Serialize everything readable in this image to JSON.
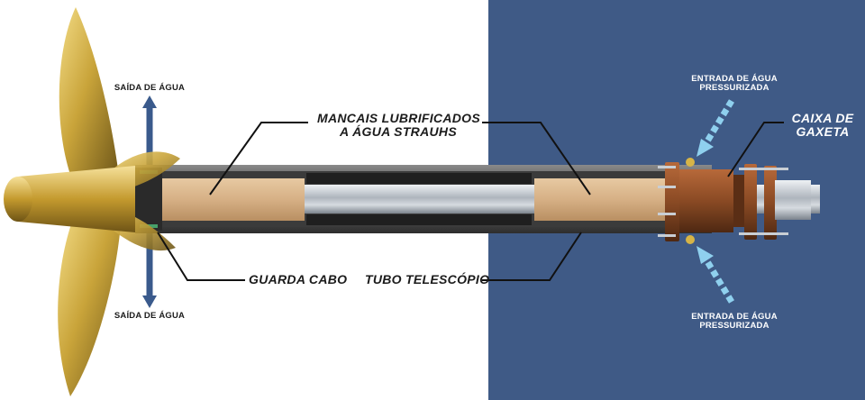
{
  "labels": {
    "water_outlet_top": "SAÍDA DE ÁGUA",
    "water_outlet_bottom": "SAÍDA DE ÁGUA",
    "bearings_line1": "MANCAIS LUBRIFICADOS",
    "bearings_line2": "A ÁGUA STRAUHS",
    "cable_guard": "GUARDA CABO",
    "stern_tube": "TUBO TELESCÓPIO",
    "water_inlet_top_line1": "ENTRADA DE ÁGUA",
    "water_inlet_top_line2": "PRESSURIZADA",
    "water_inlet_bottom_line1": "ENTRADA DE ÁGUA",
    "water_inlet_bottom_line2": "PRESSURIZADA",
    "gland_box_line1": "CAIXA DE",
    "gland_box_line2": "GAXETA"
  },
  "colors": {
    "background_left": "#ffffff",
    "background_right": "#3f5a86",
    "propeller": "#c9a43a",
    "bearing": "#d9b58a",
    "tube": "#5f5f5f",
    "shaft": "#c9ced4",
    "gland_box": "#8a4a24",
    "arrow_outlet": "#3a5a8c",
    "arrow_inlet": "#8fd0ee"
  }
}
